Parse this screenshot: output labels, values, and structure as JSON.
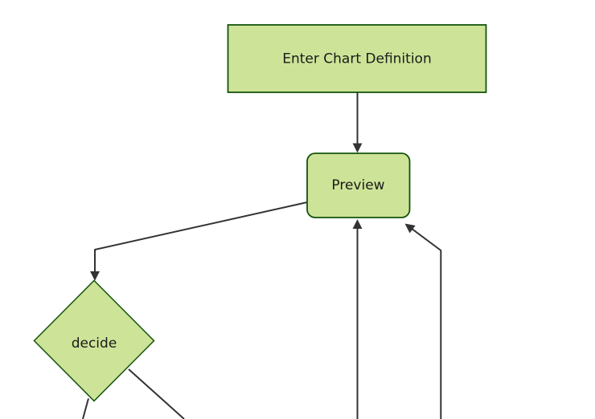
{
  "diagram": {
    "type": "flowchart",
    "background_color": "#ffffff",
    "node_fill_color": "#cde498",
    "node_border_color": "#13540c",
    "edge_color": "#333333",
    "label_color": "#1a1a1a",
    "nodes": {
      "enter_chart_definition": {
        "label": "Enter Chart Definition",
        "shape": "rectangle"
      },
      "preview": {
        "label": "Preview",
        "shape": "rounded-rectangle"
      },
      "decide": {
        "label": "decide",
        "shape": "diamond"
      }
    },
    "edges": [
      {
        "from": "Enter Chart Definition",
        "to": "Preview",
        "arrowhead": true
      },
      {
        "from": "Preview",
        "to": "decide",
        "arrowhead": true
      },
      {
        "from": "decide",
        "to": "offscreen-bottom-left",
        "arrowhead": false
      },
      {
        "from": "decide",
        "to": "offscreen-bottom-right",
        "arrowhead": false
      },
      {
        "from": "offscreen-bottom",
        "to": "Preview",
        "arrowhead": true
      },
      {
        "from": "offscreen-bottom-right",
        "to": "Preview",
        "arrowhead": true
      }
    ]
  }
}
